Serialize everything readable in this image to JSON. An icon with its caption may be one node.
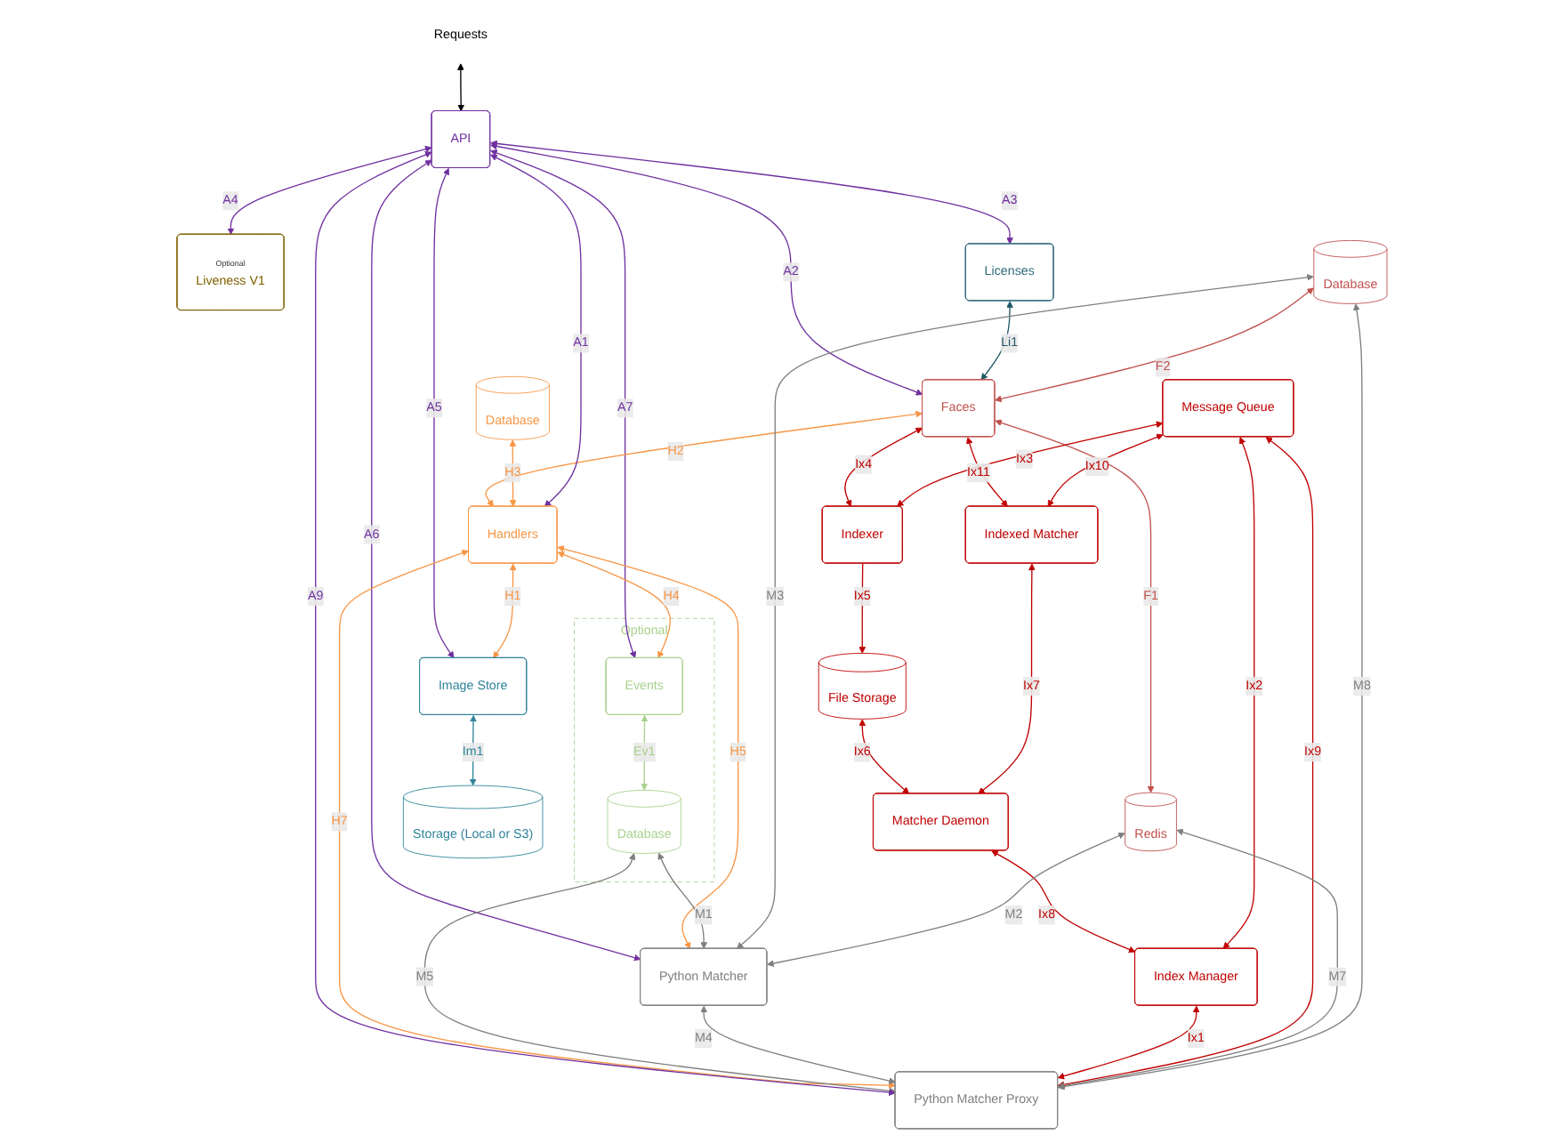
{
  "diagram": {
    "nodes": [
      {
        "text": [
          "Optional",
          "Liveness V1"
        ]
      },
      {
        "text": [
          "Licenses"
        ]
      },
      {
        "text": [
          "API"
        ]
      },
      {
        "text": [
          "Optional"
        ]
      },
      {
        "text": [
          "Events"
        ],
        "in": 3
      },
      {
        "text": [
          "Database"
        ],
        "in": 3
      },
      {
        "text": [
          "Database"
        ]
      },
      {
        "text": [
          "Faces"
        ]
      },
      {
        "text": [
          "Database"
        ]
      },
      {
        "text": [
          "Redis"
        ]
      },
      {
        "text": [
          "Handlers"
        ]
      },
      {
        "text": [
          "Indexer"
        ]
      },
      {
        "text": [
          "Indexed Matcher"
        ]
      },
      {
        "text": [
          "Image Store"
        ]
      },
      {
        "text": [
          "Python Matcher"
        ]
      },
      {
        "text": [
          "Python Matcher Proxy"
        ]
      },
      {
        "text": [
          "File Storage"
        ]
      },
      {
        "text": [
          "Matcher Daemon"
        ]
      },
      {
        "text": [
          "Storage (Local or S3)"
        ]
      },
      {
        "text": [
          "Message Queue"
        ]
      },
      {
        "text": [
          "Index Manager"
        ]
      },
      {
        "text": [
          "Requests"
        ]
      }
    ],
    "edges": [
      {
        "from": 21,
        "to": 2,
        "arrow": "both",
        "color": "#000000"
      },
      {
        "from": 2,
        "to": 0,
        "label": "A4",
        "arrow": "both",
        "color": "#7030a0"
      },
      {
        "from": 2,
        "to": 1,
        "label": "A3",
        "arrow": "both",
        "color": "#7030a0"
      },
      {
        "from": 2,
        "to": 7,
        "label": "A2",
        "arrow": "both",
        "color": "#7030a0"
      },
      {
        "from": 2,
        "to": 4,
        "label": "A7",
        "arrow": "both",
        "color": "#7030a0"
      },
      {
        "from": 1,
        "to": 7,
        "label": "Li1",
        "arrow": "both",
        "color": "#215868"
      },
      {
        "from": 6,
        "to": 7,
        "label": "F2",
        "arrow": "both",
        "color": "#c0504d"
      },
      {
        "from": 7,
        "to": 9,
        "label": "F1",
        "arrow": "both",
        "color": "#c0504d"
      },
      {
        "from": 7,
        "to": 10,
        "label": "H2",
        "arrow": "both",
        "color": "#f79646"
      },
      {
        "from": 8,
        "to": 10,
        "label": "H3",
        "arrow": "both",
        "color": "#f79646"
      },
      {
        "from": 10,
        "to": 4,
        "label": "H4",
        "arrow": "both",
        "color": "#f79646"
      },
      {
        "from": 2,
        "to": 10,
        "label": "A1",
        "arrow": "both",
        "color": "#7030a0"
      },
      {
        "from": 2,
        "to": 14,
        "label": "A6",
        "arrow": "both",
        "color": "#7030a0"
      },
      {
        "from": 2,
        "to": 13,
        "label": "A5",
        "arrow": "both",
        "color": "#7030a0"
      },
      {
        "from": 2,
        "to": 15,
        "label": "A9",
        "arrow": "both",
        "color": "#7030a0"
      },
      {
        "from": 10,
        "to": 15,
        "label": "H7",
        "arrow": "both",
        "color": "#f79646"
      },
      {
        "from": 10,
        "to": 14,
        "label": "H5",
        "arrow": "both",
        "color": "#f79646"
      },
      {
        "from": 10,
        "to": 13,
        "label": "H1",
        "arrow": "both",
        "color": "#f79646"
      },
      {
        "from": 4,
        "to": 5,
        "label": "Ev1",
        "arrow": "both",
        "color": "#a9d18e"
      },
      {
        "from": 5,
        "to": 14,
        "label": "M1",
        "arrow": "both",
        "color": "#7f7f7f"
      },
      {
        "from": 5,
        "to": 15,
        "label": "M5",
        "arrow": "both",
        "color": "#7f7f7f"
      },
      {
        "from": 14,
        "to": 15,
        "label": "M4",
        "arrow": "both",
        "color": "#7f7f7f"
      },
      {
        "from": 13,
        "to": 18,
        "label": "Im1",
        "arrow": "both",
        "color": "#31849b"
      },
      {
        "from": 7,
        "to": 11,
        "label": "Ix4",
        "arrow": "both"
      },
      {
        "from": 7,
        "to": 12,
        "label": "Ix11",
        "arrow": "both"
      },
      {
        "from": 11,
        "to": 16,
        "label": "Ix5",
        "arrow": "to"
      },
      {
        "from": 16,
        "to": 17,
        "label": "Ix6",
        "arrow": "both"
      },
      {
        "from": 12,
        "to": 17,
        "label": "Ix7",
        "arrow": "both"
      },
      {
        "from": 19,
        "to": 11,
        "label": "Ix3",
        "arrow": "both"
      },
      {
        "from": 19,
        "to": 12,
        "label": "Ix10",
        "arrow": "both"
      },
      {
        "from": 17,
        "to": 20,
        "label": "Ix8",
        "arrow": "both"
      },
      {
        "from": 19,
        "to": 20,
        "label": "Ix2",
        "arrow": "both"
      },
      {
        "from": 20,
        "to": 15,
        "label": "Ix1",
        "arrow": "both"
      },
      {
        "from": 19,
        "to": 15,
        "label": "Ix9",
        "arrow": "both"
      },
      {
        "from": 6,
        "to": 14,
        "label": "M3",
        "arrow": "both",
        "color": "#7f7f7f"
      },
      {
        "from": 9,
        "to": 14,
        "label": "M2",
        "arrow": "both",
        "color": "#7f7f7f"
      },
      {
        "from": 9,
        "to": 15,
        "label": "M7",
        "arrow": "both",
        "color": "#7f7f7f"
      },
      {
        "from": 6,
        "to": 15,
        "label": "M8",
        "arrow": "both",
        "color": "#7f7f7f"
      }
    ]
  }
}
